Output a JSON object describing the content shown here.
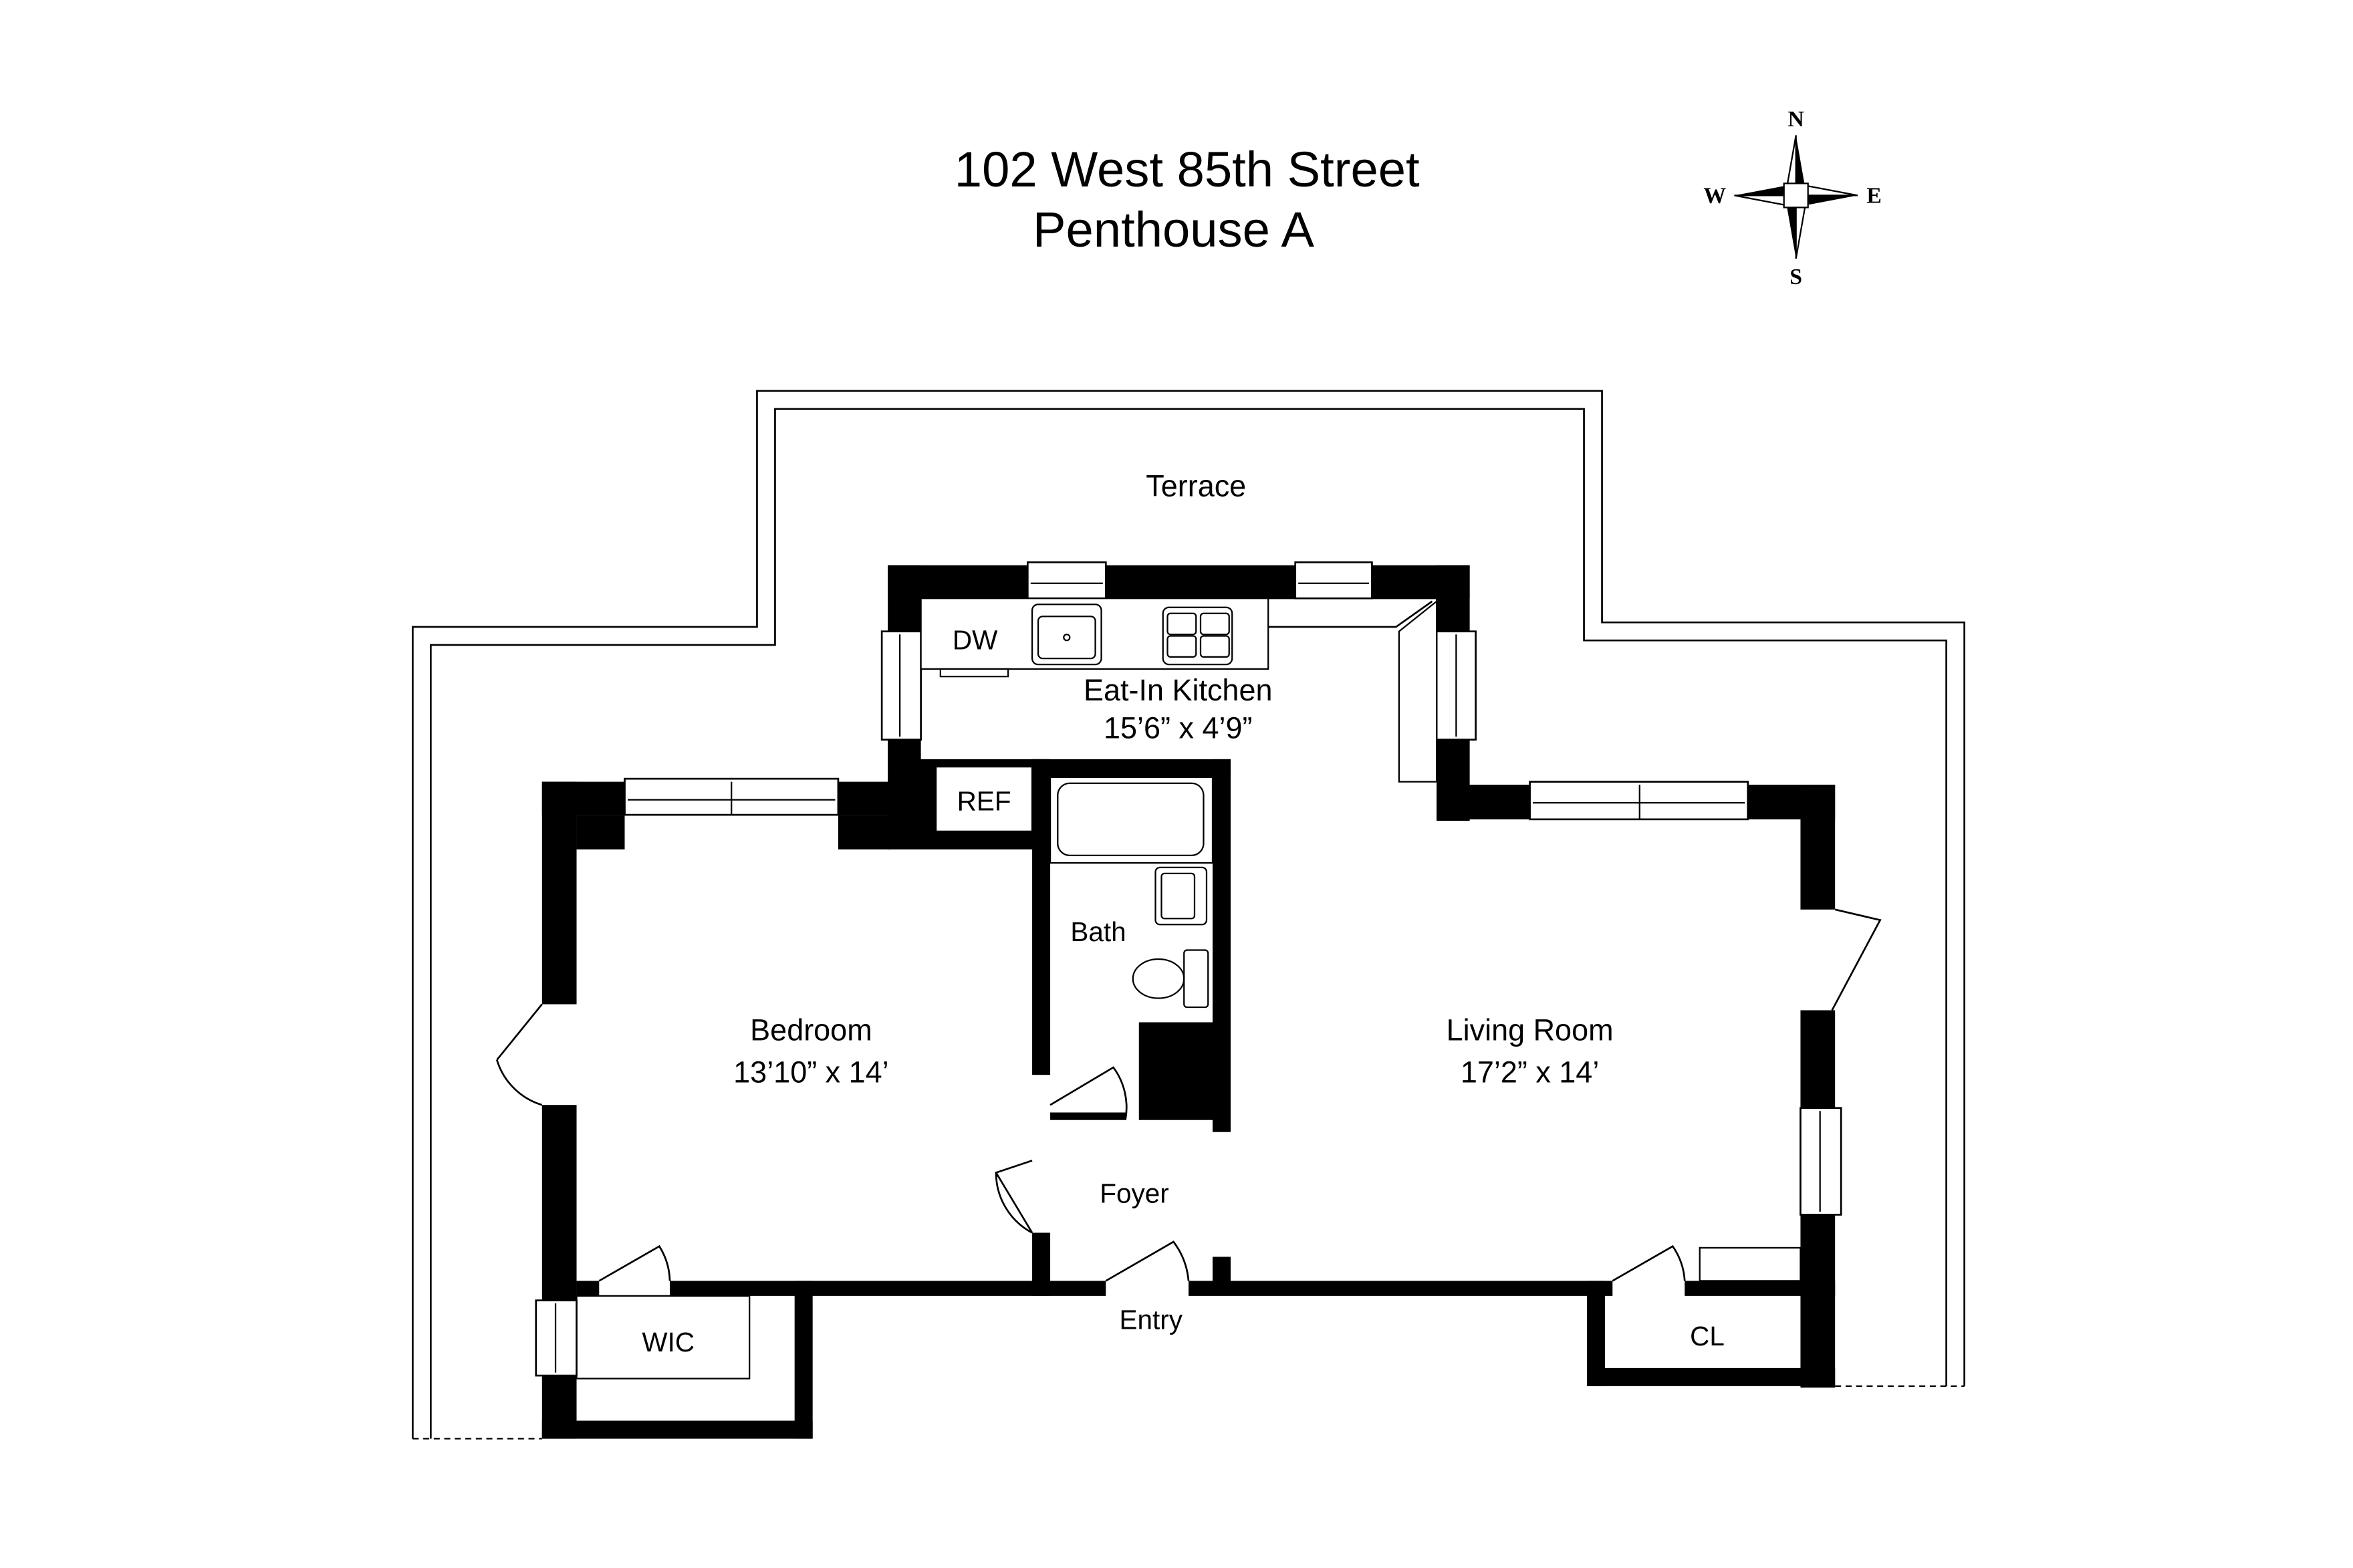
{
  "title": {
    "line1": "102 West 85th Street",
    "line2": "Penthouse A"
  },
  "compass": {
    "n": "N",
    "s": "S",
    "e": "E",
    "w": "W"
  },
  "rooms": {
    "terrace": "Terrace",
    "kitchen": {
      "name": "Eat-In Kitchen",
      "size": "15’6” x 4’9”"
    },
    "dw": "DW",
    "ref": "REF",
    "bath": "Bath",
    "bedroom": {
      "name": "Bedroom",
      "size": "13’10” x 14’"
    },
    "living": {
      "name": "Living Room",
      "size": "17’2” x 14’"
    },
    "foyer": "Foyer",
    "entry": "Entry",
    "wic": "WIC",
    "cl": "CL"
  }
}
